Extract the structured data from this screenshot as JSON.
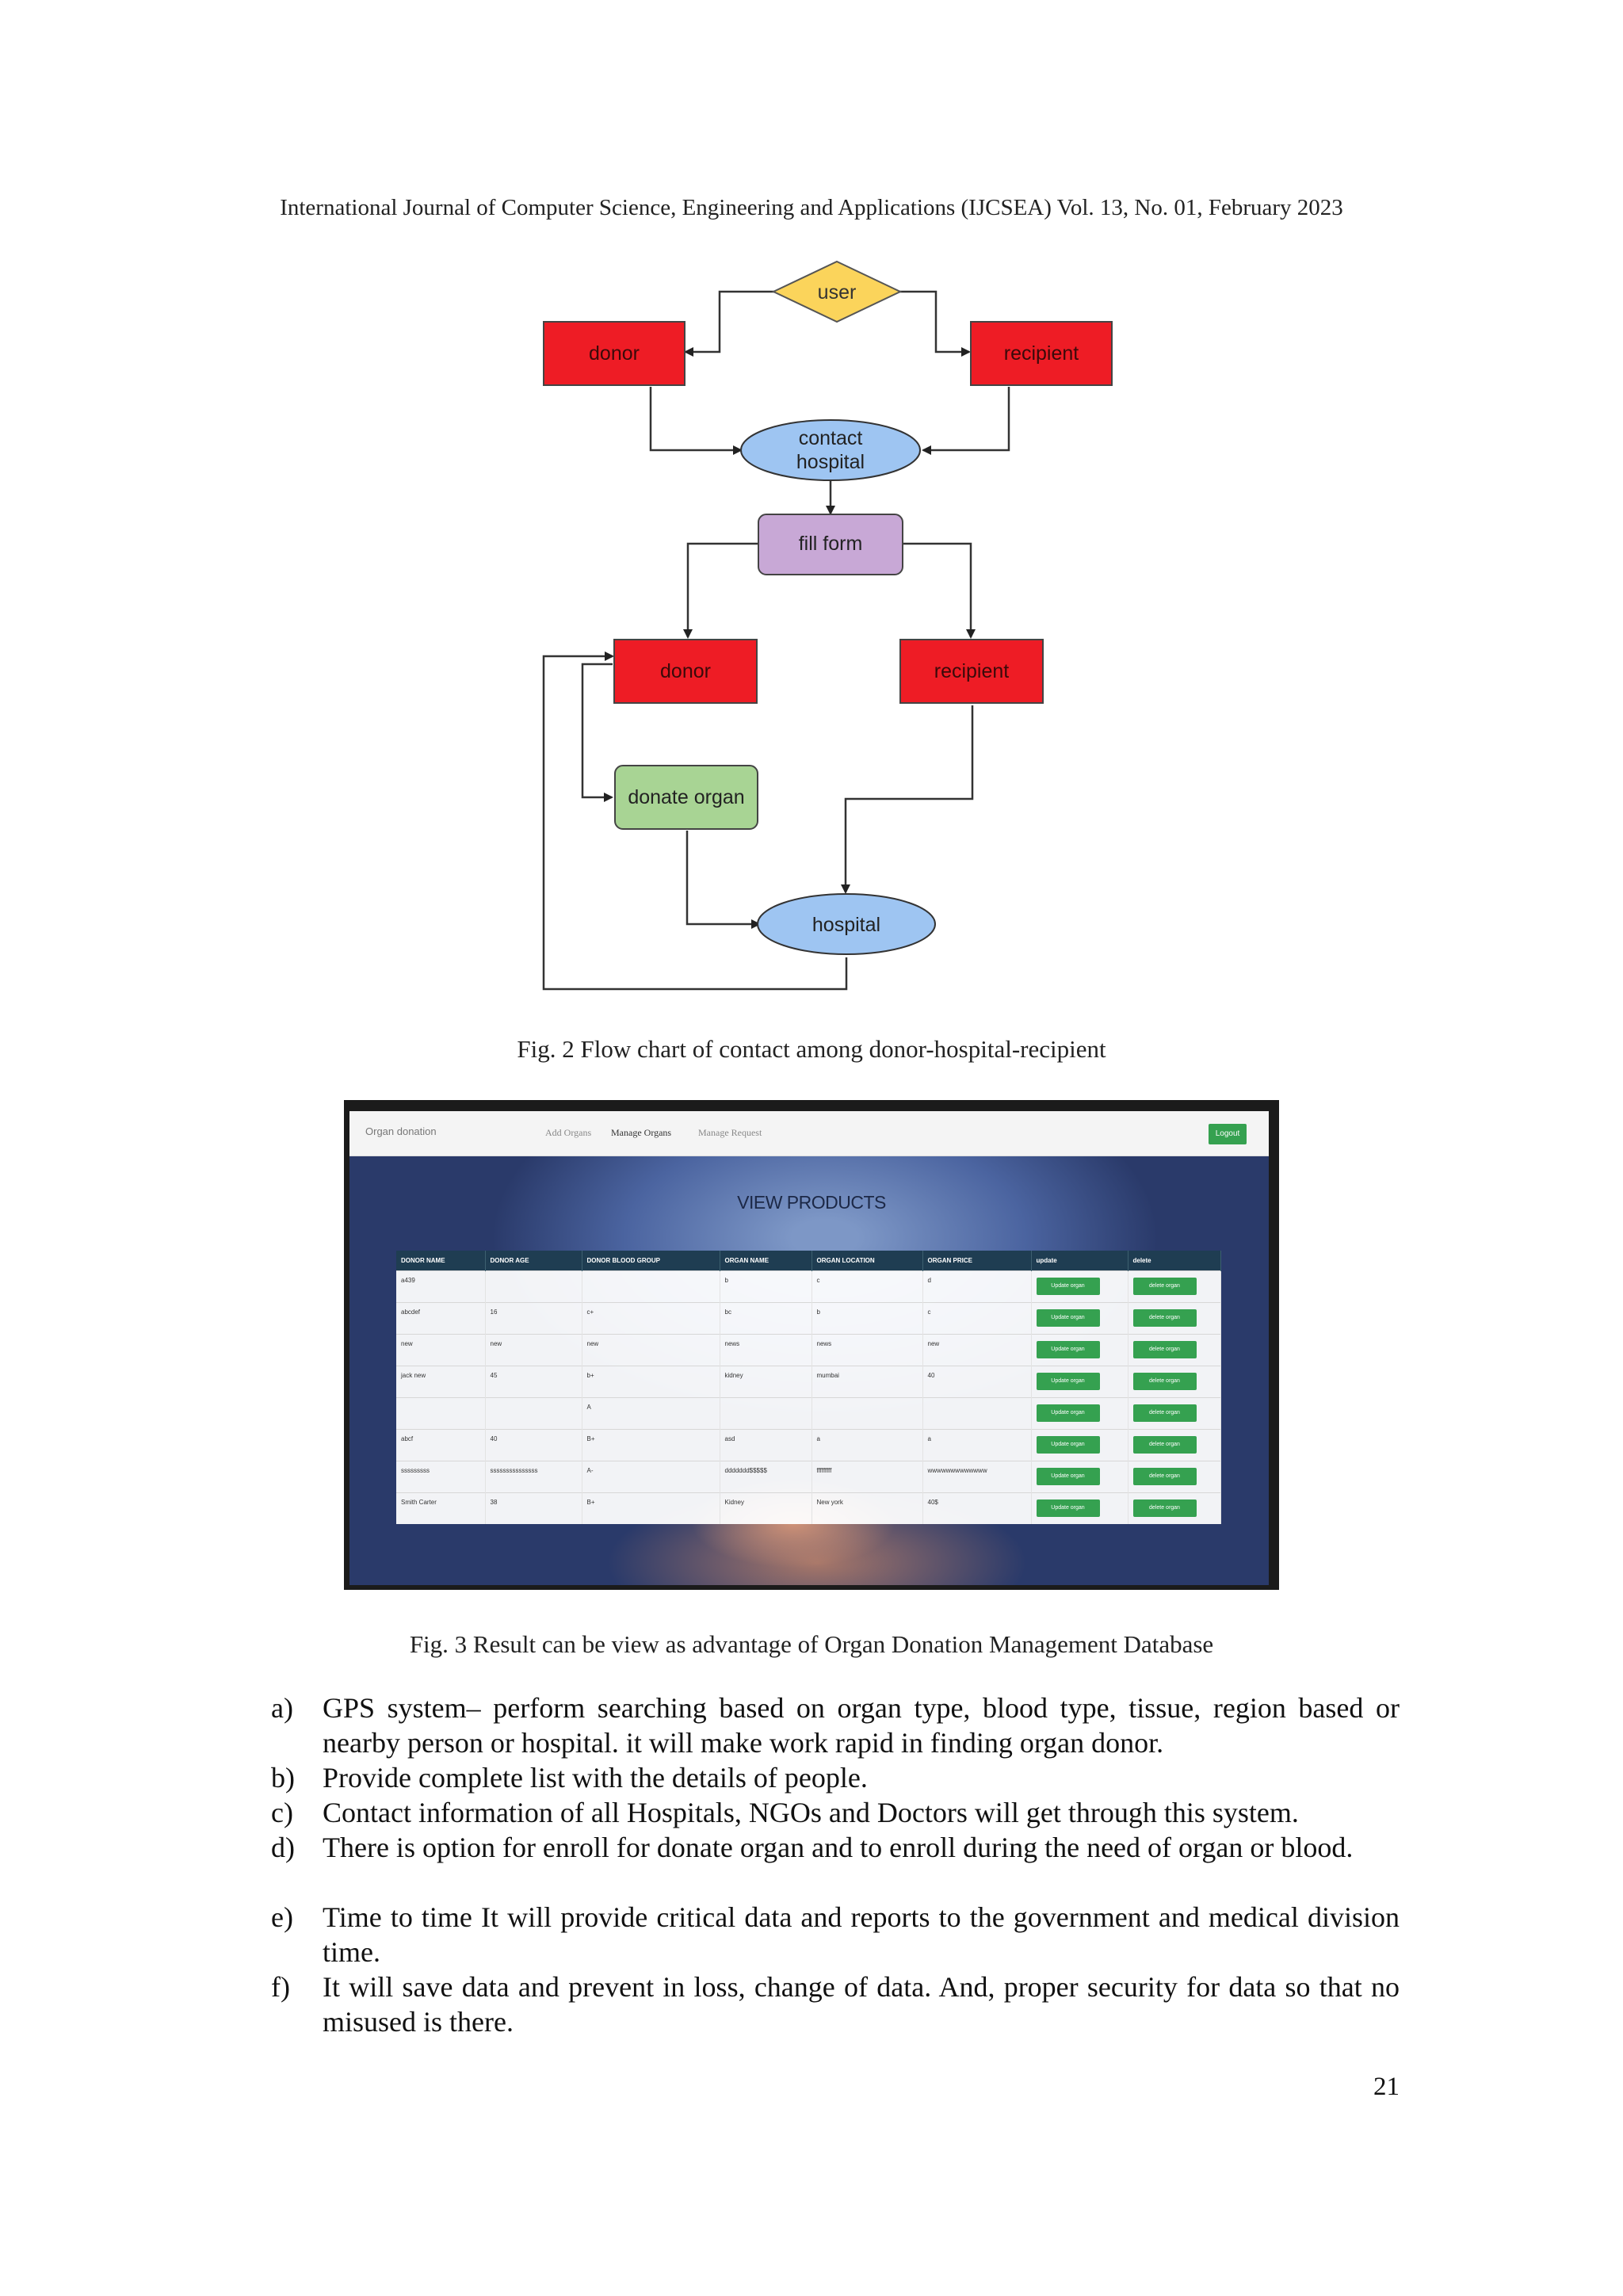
{
  "header": "International Journal of Computer Science, Engineering and Applications (IJCSEA) Vol. 13, No. 01, February 2023",
  "flowchart": {
    "user": "user",
    "donor_top": "donor",
    "recipient_top": "recipient",
    "contact_line1": "contact",
    "contact_line2": "hospital",
    "fill_form": "fill form",
    "donor_mid": "donor",
    "recipient_mid": "recipient",
    "donate_organ": "donate organ",
    "hospital": "hospital",
    "colors": {
      "decision": "#fbd45b",
      "actor": "#ee1c25",
      "endpoint": "#9ec5f2",
      "form": "#c8a8d6",
      "action": "#a8d494"
    }
  },
  "fig2_caption": "Fig. 2 Flow chart of contact among donor-hospital-recipient",
  "screenshot": {
    "brand": "Organ donation",
    "nav": [
      "Add Organs",
      "Manage Organs",
      "Manage Request"
    ],
    "logout": "Logout",
    "title": "VIEW PRODUCTS",
    "columns": [
      "DONOR NAME",
      "DONOR AGE",
      "DONOR BLOOD GROUP",
      "ORGAN NAME",
      "ORGAN LOCATION",
      "ORGAN PRICE",
      "update",
      "delete"
    ],
    "rows": [
      [
        "a439",
        "",
        "",
        "b",
        "c",
        "d"
      ],
      [
        "abcdef",
        "16",
        "c+",
        "bc",
        "b",
        "c"
      ],
      [
        "new",
        "new",
        "new",
        "news",
        "news",
        "new"
      ],
      [
        "jack new",
        "45",
        "b+",
        "kidney",
        "mumbai",
        "40"
      ],
      [
        "",
        "",
        "A",
        "",
        "",
        ""
      ],
      [
        "abcf",
        "40",
        "B+",
        "asd",
        "a",
        "a"
      ],
      [
        "sssssssss",
        "sssssssssssssss",
        "A-",
        "ddddddd$$$$$",
        "fffffffff",
        "wwwwwwwwwwwww"
      ],
      [
        "Smith Carter",
        "38",
        "B+",
        "Kidney",
        "New york",
        "40$"
      ]
    ],
    "update_label": "Update organ",
    "delete_label": "delete organ"
  },
  "fig3_caption": "Fig. 3 Result can be view as advantage of Organ Donation Management Database",
  "items": [
    {
      "label": "a)",
      "text": "GPS system– perform searching based on organ type, blood type, tissue, region based or nearby person or hospital. it will make work rapid in finding organ donor."
    },
    {
      "label": "b)",
      "text": "Provide complete list with the details of people."
    },
    {
      "label": "c)",
      "text": "Contact information of all Hospitals, NGOs and Doctors will get through this system."
    },
    {
      "label": "d)",
      "text": "There is option for enroll for donate organ and to enroll during the need of organ or blood."
    },
    {
      "label": "e)",
      "text": "Time to time It will provide critical data and reports to the government and medical division time."
    },
    {
      "label": "f)",
      "text": "It will save data and prevent in loss, change of data. And, proper security for data so that no misused is there."
    }
  ],
  "page_number": "21"
}
